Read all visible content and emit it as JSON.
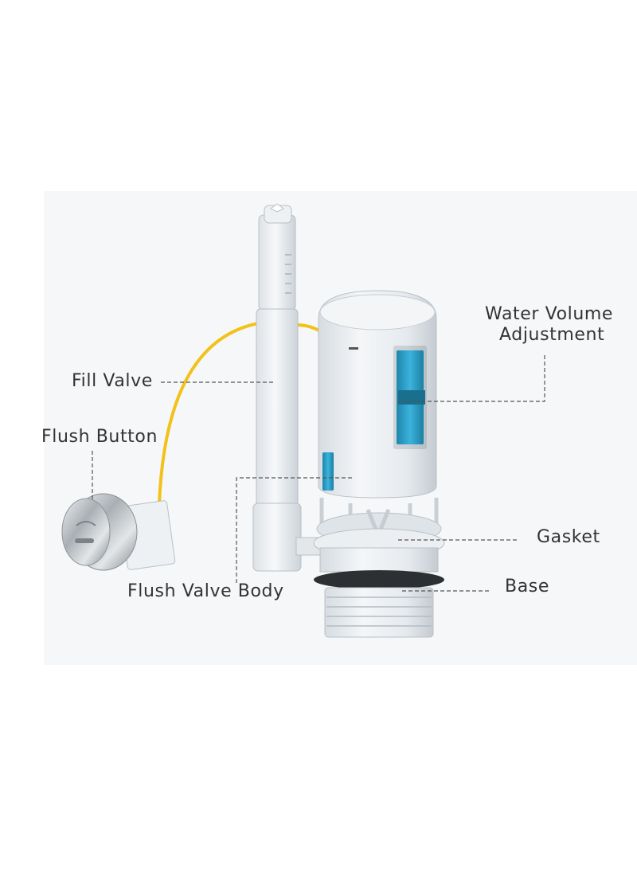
{
  "labels": {
    "water_volume_line1": "Water Volume",
    "water_volume_line2": "Adjustment",
    "fill_valve": "Fill Valve",
    "flush_button": "Flush Button",
    "gasket": "Gasket",
    "base": "Base",
    "flush_valve_body": "Flush Valve Body"
  },
  "colors": {
    "background": "#ffffff",
    "backdrop_panel": "#f6f7f8",
    "plastic": "#e8ecef",
    "plastic_shadow": "#c7ced4",
    "adjuster_blue": "#2a9fc9",
    "cable_yellow": "#f2c21b",
    "chrome": "#b9bec2",
    "gasket_black": "#2c3033",
    "leader_line": "#555555"
  },
  "icons": {
    "product": "dual-flush-valve-assembly"
  }
}
